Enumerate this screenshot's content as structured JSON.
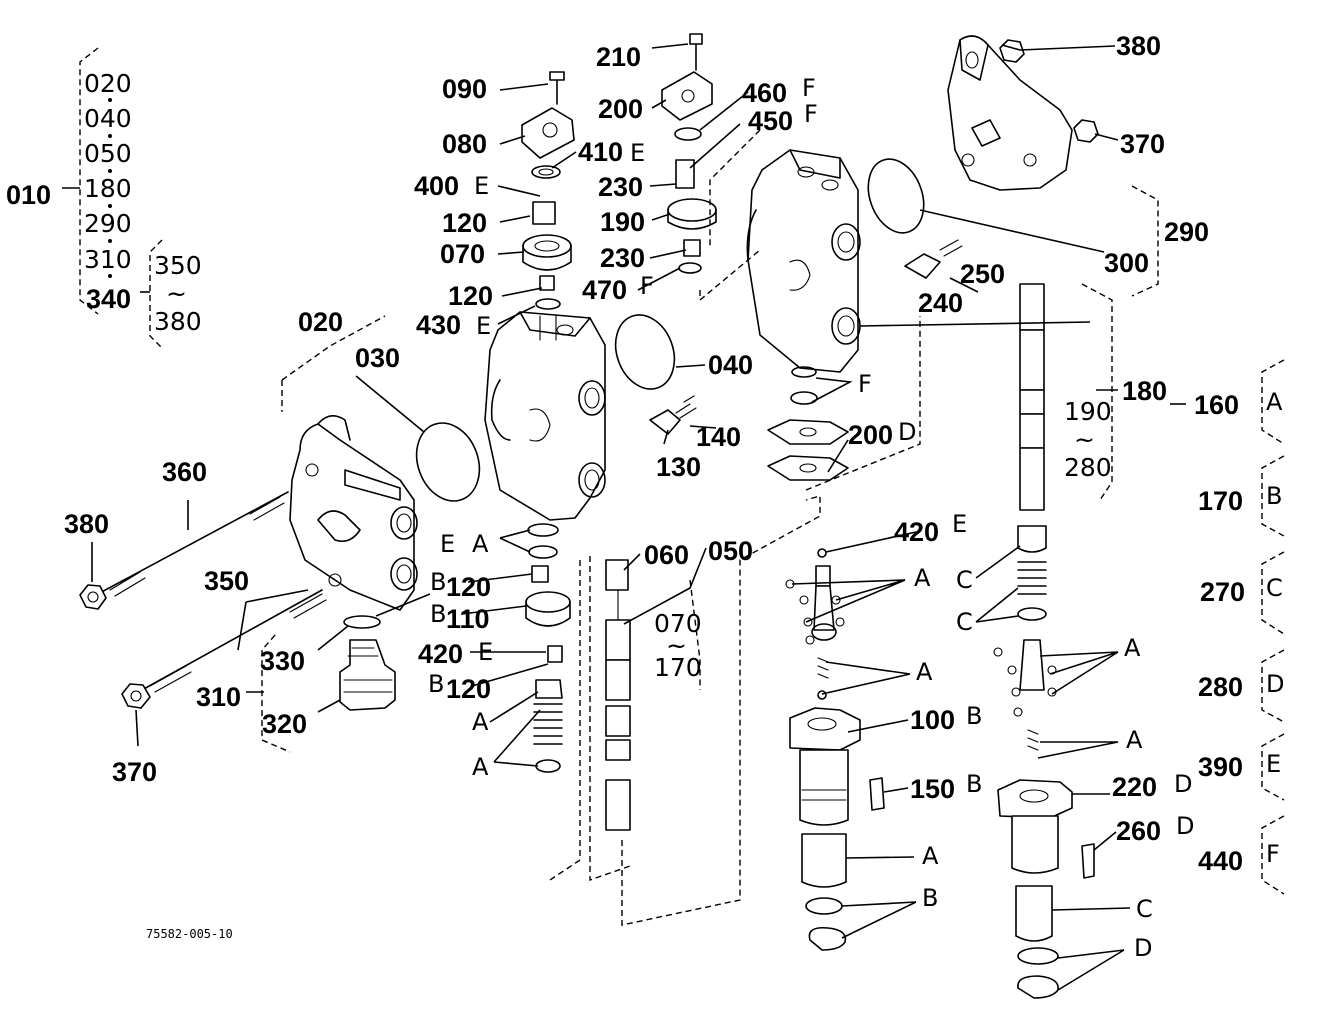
{
  "labels": {
    "p010": "010",
    "p020": "020",
    "p030": "030",
    "p040": "040",
    "p050": "050",
    "p060": "060",
    "p070": "070",
    "p080": "080",
    "p090": "090",
    "p110": "110",
    "p120": "120",
    "p130": "130",
    "p140": "140",
    "p150": "150",
    "p160": "160",
    "p170": "170",
    "p180": "180",
    "p190": "190",
    "p200": "200",
    "p210": "210",
    "p220": "220",
    "p230": "230",
    "p240": "240",
    "p250": "250",
    "p260": "260",
    "p270": "270",
    "p280": "280",
    "p290": "290",
    "p300": "300",
    "p310": "310",
    "p320": "320",
    "p330": "330",
    "p340": "340",
    "p350": "350",
    "p360": "360",
    "p370": "370",
    "p380": "380",
    "p390": "390",
    "p400": "400",
    "p410": "410",
    "p420": "420",
    "p430": "430",
    "p440": "440",
    "p450": "450",
    "p460": "460",
    "p470": "470",
    "p100": "100"
  },
  "letters": {
    "A": "A",
    "B": "B",
    "C": "C",
    "D": "D",
    "E": "E",
    "F": "F"
  },
  "groups": {
    "g010": [
      "020",
      "040",
      "050",
      "180",
      "290",
      "310",
      "340"
    ],
    "g340": [
      "350",
      "380"
    ],
    "g050": [
      "070",
      "170"
    ],
    "g180": [
      "190",
      "280"
    ]
  },
  "range_mark": "~",
  "drawing_code": "75582-005-10"
}
